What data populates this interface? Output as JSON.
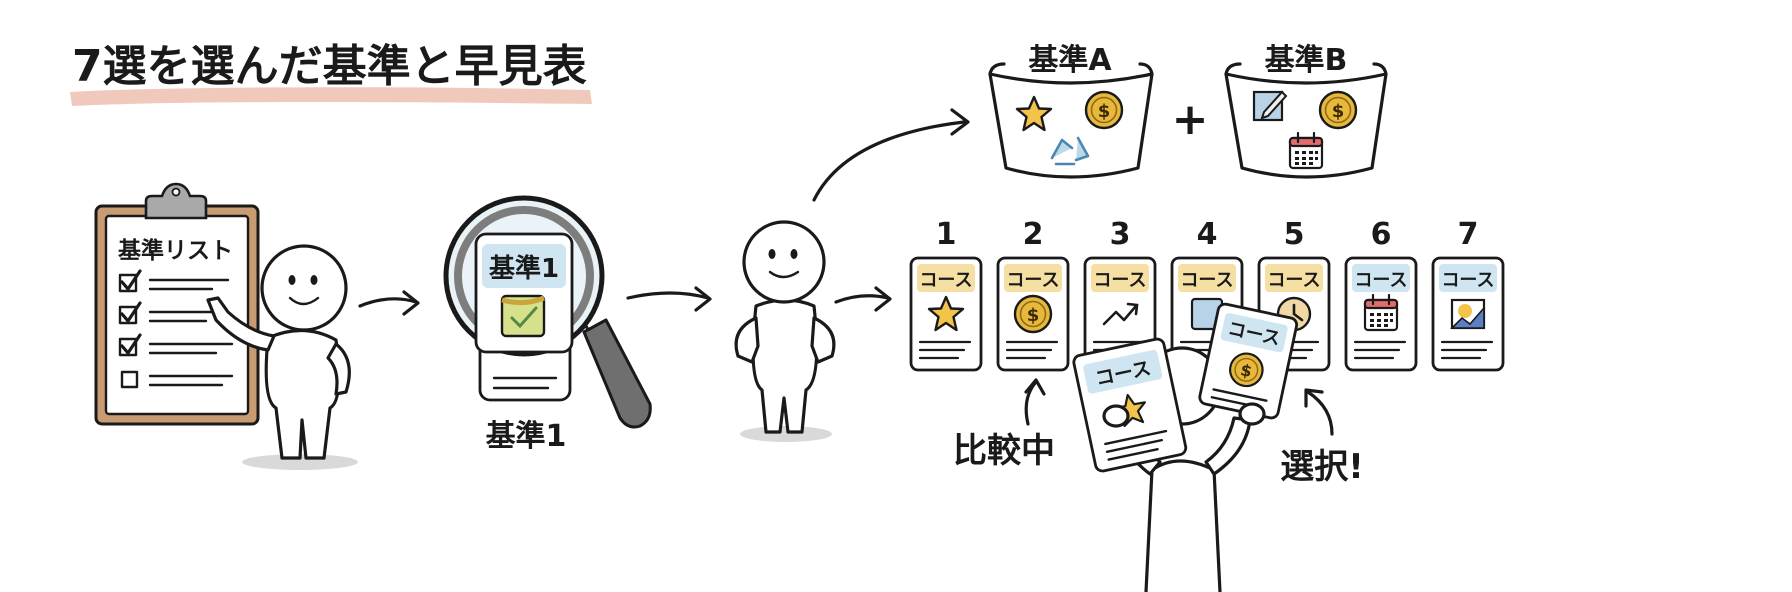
{
  "title": "7選を選んだ基準と早見表",
  "clipboard": {
    "heading": "基準リスト"
  },
  "magnifier": {
    "card_label": "基準1",
    "caption": "基準1"
  },
  "baskets": [
    {
      "label": "基準A"
    },
    {
      "label": "基準B"
    }
  ],
  "plus_sign": "+",
  "course_cards": [
    {
      "number": "1",
      "label": "コース",
      "icon": "star-icon",
      "tag_color": "#f6dfa2"
    },
    {
      "number": "2",
      "label": "コース",
      "icon": "coin-icon",
      "tag_color": "#f6dfa2"
    },
    {
      "number": "3",
      "label": "コース",
      "icon": "trend-arrow-icon",
      "tag_color": "#f6dfa2"
    },
    {
      "number": "4",
      "label": "コース",
      "icon": "note-icon",
      "tag_color": "#f6dfa2"
    },
    {
      "number": "5",
      "label": "コース",
      "icon": "clock-icon",
      "tag_color": "#f6dfa2"
    },
    {
      "number": "6",
      "label": "コース",
      "icon": "calendar-icon",
      "tag_color": "#cfe6f2"
    },
    {
      "number": "7",
      "label": "コース",
      "icon": "chart-icon",
      "tag_color": "#cfe6f2"
    }
  ],
  "held_cards": [
    {
      "label": "コース",
      "icon": "star-icon"
    },
    {
      "label": "コース",
      "icon": "coin-icon"
    }
  ],
  "annotations": {
    "comparing": "比較中",
    "select": "選択!"
  },
  "colors": {
    "accent_yellow": "#f6dfa2",
    "accent_blue": "#cfe6f2",
    "clipboard_brown": "#b98a63",
    "coin_gold": "#e8b83a",
    "title_highlight": "#efc0b0"
  }
}
